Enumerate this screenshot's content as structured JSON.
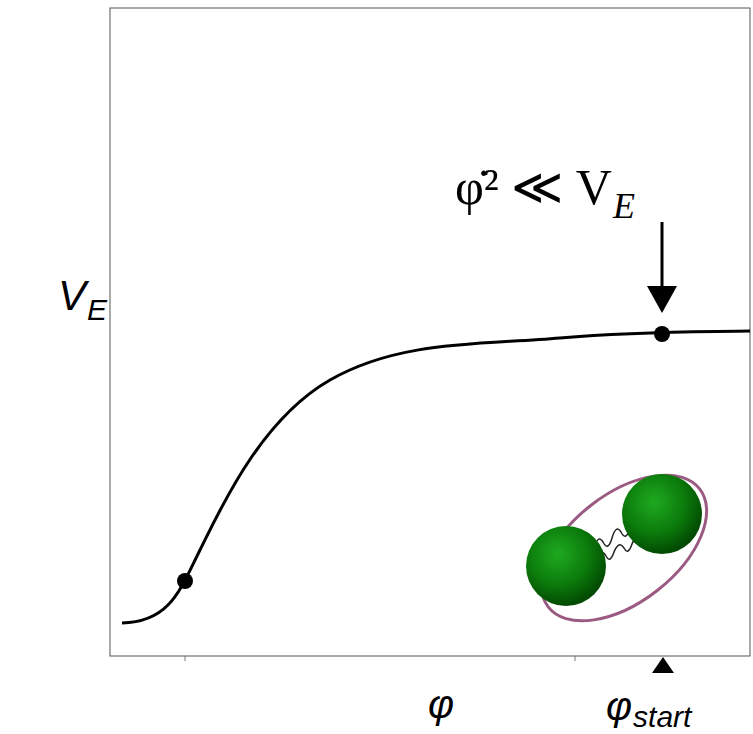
{
  "diagram": {
    "labels": [
      "φ̇² ≪ V",
      "E",
      "V",
      "E",
      "φ",
      "φ",
      "start"
    ]
  }
}
